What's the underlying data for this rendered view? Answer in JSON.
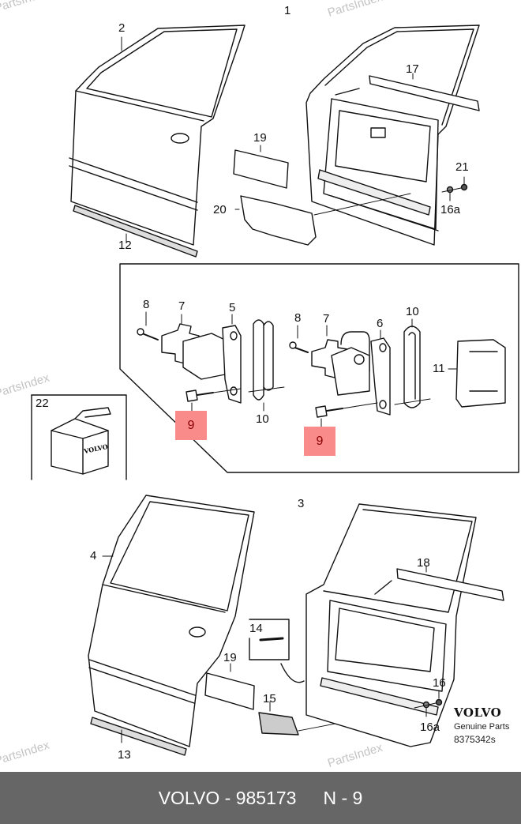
{
  "diagram": {
    "title": "Volvo door parts exploded view",
    "highlight_color": "#f98b8b",
    "callouts": [
      {
        "id": "c1",
        "text": "1"
      },
      {
        "id": "c2",
        "text": "2"
      },
      {
        "id": "c3",
        "text": "3"
      },
      {
        "id": "c4",
        "text": "4"
      },
      {
        "id": "c5",
        "text": "5"
      },
      {
        "id": "c6",
        "text": "6"
      },
      {
        "id": "c7a",
        "text": "7"
      },
      {
        "id": "c7b",
        "text": "7"
      },
      {
        "id": "c8a",
        "text": "8"
      },
      {
        "id": "c8b",
        "text": "8"
      },
      {
        "id": "c9a",
        "text": "9",
        "highlighted": true
      },
      {
        "id": "c9b",
        "text": "9",
        "highlighted": true
      },
      {
        "id": "c10a",
        "text": "10"
      },
      {
        "id": "c10b",
        "text": "10"
      },
      {
        "id": "c11",
        "text": "11"
      },
      {
        "id": "c12",
        "text": "12"
      },
      {
        "id": "c13",
        "text": "13"
      },
      {
        "id": "c14",
        "text": "14"
      },
      {
        "id": "c15",
        "text": "15"
      },
      {
        "id": "c16",
        "text": "16"
      },
      {
        "id": "c16a1",
        "text": "16a"
      },
      {
        "id": "c16a2",
        "text": "16a"
      },
      {
        "id": "c17",
        "text": "17"
      },
      {
        "id": "c18",
        "text": "18"
      },
      {
        "id": "c19a",
        "text": "19"
      },
      {
        "id": "c19b",
        "text": "19"
      },
      {
        "id": "c20",
        "text": "20"
      },
      {
        "id": "c21",
        "text": "21"
      },
      {
        "id": "c22",
        "text": "22"
      }
    ],
    "box_logo": "VOLVO",
    "watermark": "PartsIndex"
  },
  "brand": {
    "logo": "VOLVO",
    "subtitle": "Genuine Parts",
    "code": "8375342s"
  },
  "footer": {
    "brand": "VOLVO",
    "separator": "-",
    "part_number": "985173",
    "position_label": "N - 9"
  }
}
